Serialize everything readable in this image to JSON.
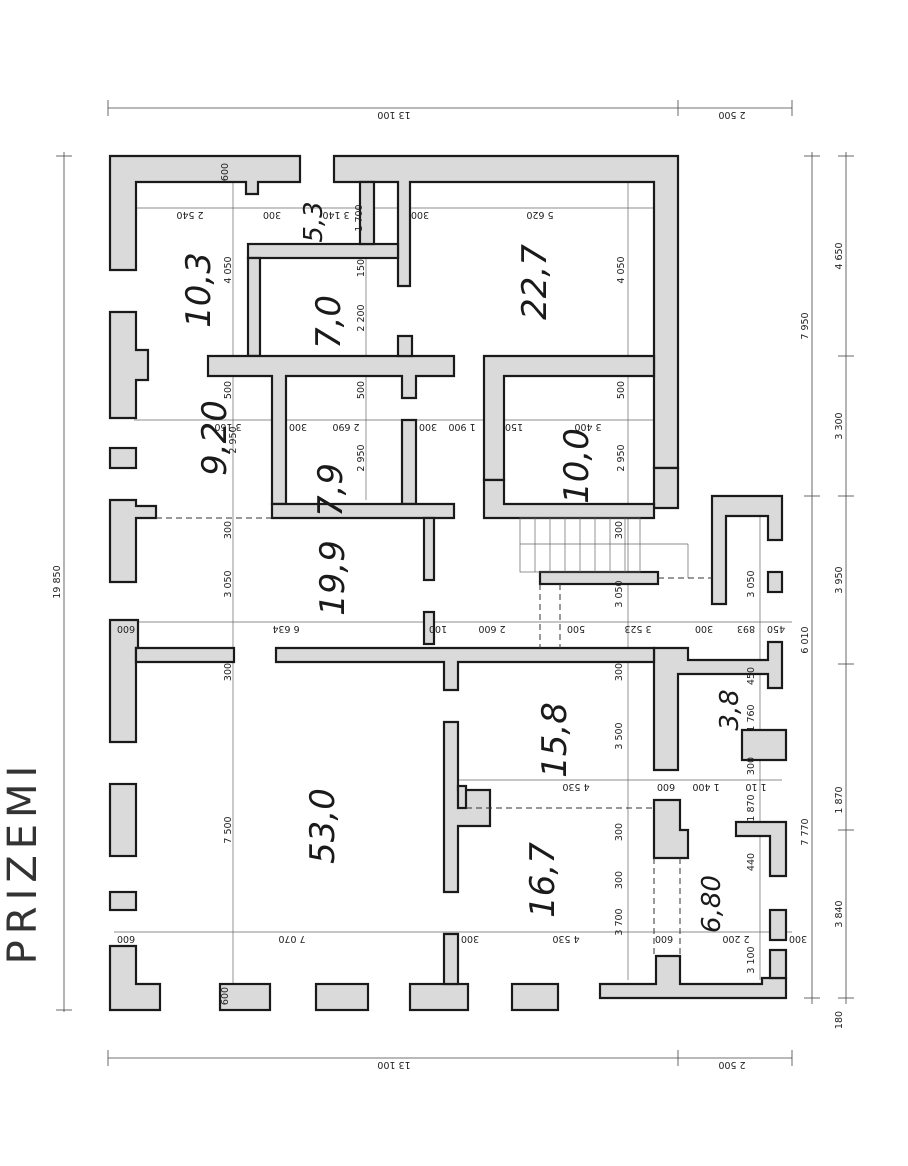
{
  "handwritten_title": "PRIZEMI",
  "rooms": [
    {
      "id": "room-a",
      "area": "10,3"
    },
    {
      "id": "room-b",
      "area": "5,3"
    },
    {
      "id": "room-c",
      "area": "7,0"
    },
    {
      "id": "room-d",
      "area": "22,7"
    },
    {
      "id": "room-e",
      "area": "9,20"
    },
    {
      "id": "room-f",
      "area": "7,9"
    },
    {
      "id": "room-g",
      "area": "10,0"
    },
    {
      "id": "room-h",
      "area": "19,9"
    },
    {
      "id": "room-i",
      "area": "15,8"
    },
    {
      "id": "room-j",
      "area": "3,8"
    },
    {
      "id": "room-k",
      "area": "53,0"
    },
    {
      "id": "room-l",
      "area": "16,7"
    },
    {
      "id": "room-m",
      "area": "6,80"
    }
  ],
  "dimensions": {
    "top_total": "13 100",
    "top_right": "2 500",
    "bottom_total": "13 100",
    "bottom_right": "2 500",
    "left_total": "19 850",
    "right": [
      "4 650",
      "7 950",
      "3 300",
      "3 950",
      "6 010",
      "1 870",
      "7 770",
      "3 840",
      "180"
    ],
    "interior": [
      "600",
      "2 540",
      "300",
      "3 140",
      "1 700",
      "300",
      "5 620",
      "4 050",
      "150",
      "2 200",
      "4 050",
      "500",
      "500",
      "500",
      "3 160",
      "2 950",
      "300",
      "2 690",
      "300",
      "1 900",
      "150",
      "3 400",
      "2 950",
      "2 950",
      "300",
      "3 050",
      "300",
      "3 050",
      "3 050",
      "600",
      "6 634",
      "100",
      "2 600",
      "500",
      "3 523",
      "300",
      "893",
      "450",
      "300",
      "300",
      "450",
      "1 760",
      "3 500",
      "4 530",
      "600",
      "1 400",
      "300",
      "1 10",
      "1 870",
      "7 500",
      "300",
      "300",
      "440",
      "600",
      "7 070",
      "300",
      "4 530",
      "600",
      "2 200",
      "300",
      "3 100",
      "3 700",
      "600"
    ]
  }
}
